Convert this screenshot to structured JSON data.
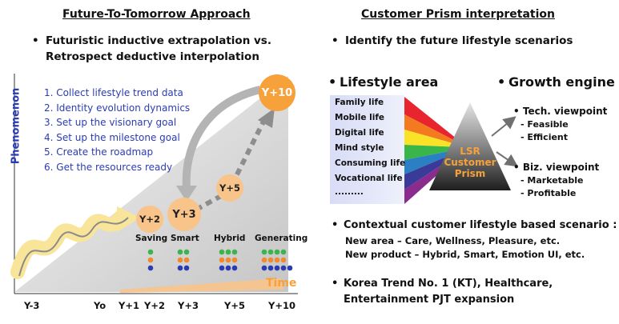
{
  "left": {
    "header": "Future-To-Tomorrow Approach",
    "bullet_lines": [
      "Futuristic inductive extrapolation vs.",
      "Retrospect deductive interpolation"
    ],
    "y_axis_label": "Phenomenon",
    "x_axis_label": "Time",
    "steps": [
      "1. Collect lifestyle trend data",
      "2. Identity evolution dynamics",
      "3. Set up the visionary goal",
      "4. Set up the milestone goal",
      "5. Create the roadmap",
      "6. Get the resources ready"
    ],
    "milestones": {
      "y2": "Y+2",
      "y3": "Y+3",
      "y5": "Y+5",
      "y10": "Y+10"
    },
    "categories": [
      "Saving",
      "Smart",
      "Hybrid",
      "Generating"
    ],
    "x_ticks": [
      "Y-3",
      "Yo",
      "Y+1",
      "Y+2",
      "Y+3",
      "Y+5",
      "Y+10"
    ],
    "colors": {
      "orange": "#f7a13a",
      "peach": "#f8c48a",
      "gray_arrow": "#a9a9a9",
      "blue_text": "#2a3cb3"
    }
  },
  "right": {
    "header": "Customer Prism interpretation",
    "bullet": "Identify the future lifestyle scenarios",
    "lifestyle_area": "Lifestyle area",
    "growth_engine": "Growth engine",
    "lifestyle_items": [
      "Family life",
      "Mobile life",
      "Digital life",
      "Mind style",
      "Consuming life",
      "Vocational life",
      "........."
    ],
    "prism_label": [
      "LSR",
      "Customer",
      "Prism"
    ],
    "tech": {
      "title": "Tech. viewpoint",
      "items": [
        "- Feasible",
        "- Efficient"
      ]
    },
    "biz": {
      "title": "Biz. viewpoint",
      "items": [
        "- Marketable",
        "- Profitable"
      ]
    },
    "contextual": {
      "title": "Contextual customer lifestyle based scenario :",
      "lines": [
        "New area – Care, Wellness, Pleasure, etc.",
        "New product – Hybrid, Smart, Emotion UI, etc."
      ]
    },
    "korea": [
      "Korea Trend No. 1 (KT), Healthcare,",
      "Entertainment PJT expansion"
    ]
  }
}
